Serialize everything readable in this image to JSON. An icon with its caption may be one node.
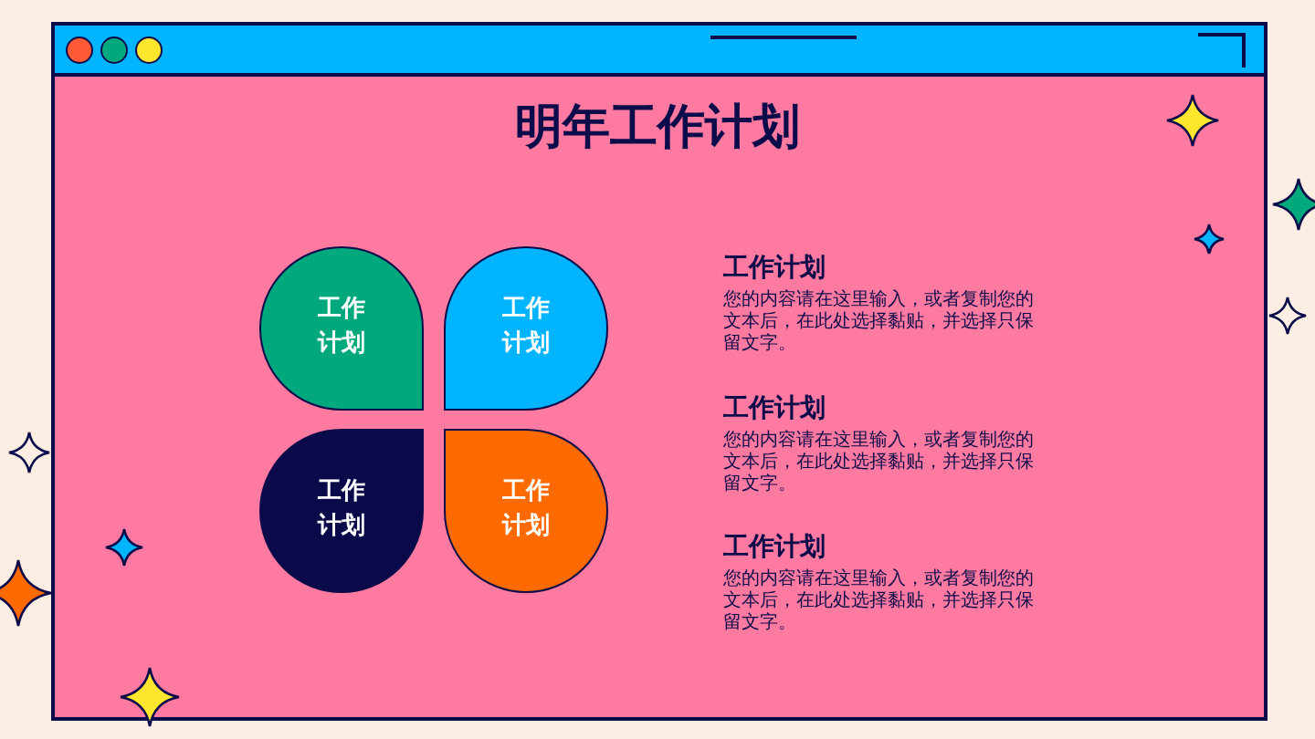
{
  "diagram": {
    "title": "明年工作计划",
    "nodes": [
      {
        "text": [
          "工作计划"
        ]
      },
      {
        "text": [
          "工作计划"
        ]
      },
      {
        "text": [
          "工作计划"
        ]
      },
      {
        "text": [
          "工作计划"
        ]
      }
    ],
    "labels": [
      "工作计划",
      "您的内容请在这里输入，或者复制您的文本后，在此处选择黏贴，并选择只保留文字。",
      "工作计划",
      "您的内容请在这里输入，或者复制您的文本后，在此处选择黏贴，并选择只保留文字。",
      "工作计划",
      "您的内容请在这里输入，或者复制您的文本后，在此处选择黏贴，并选择只保留文字。"
    ]
  }
}
